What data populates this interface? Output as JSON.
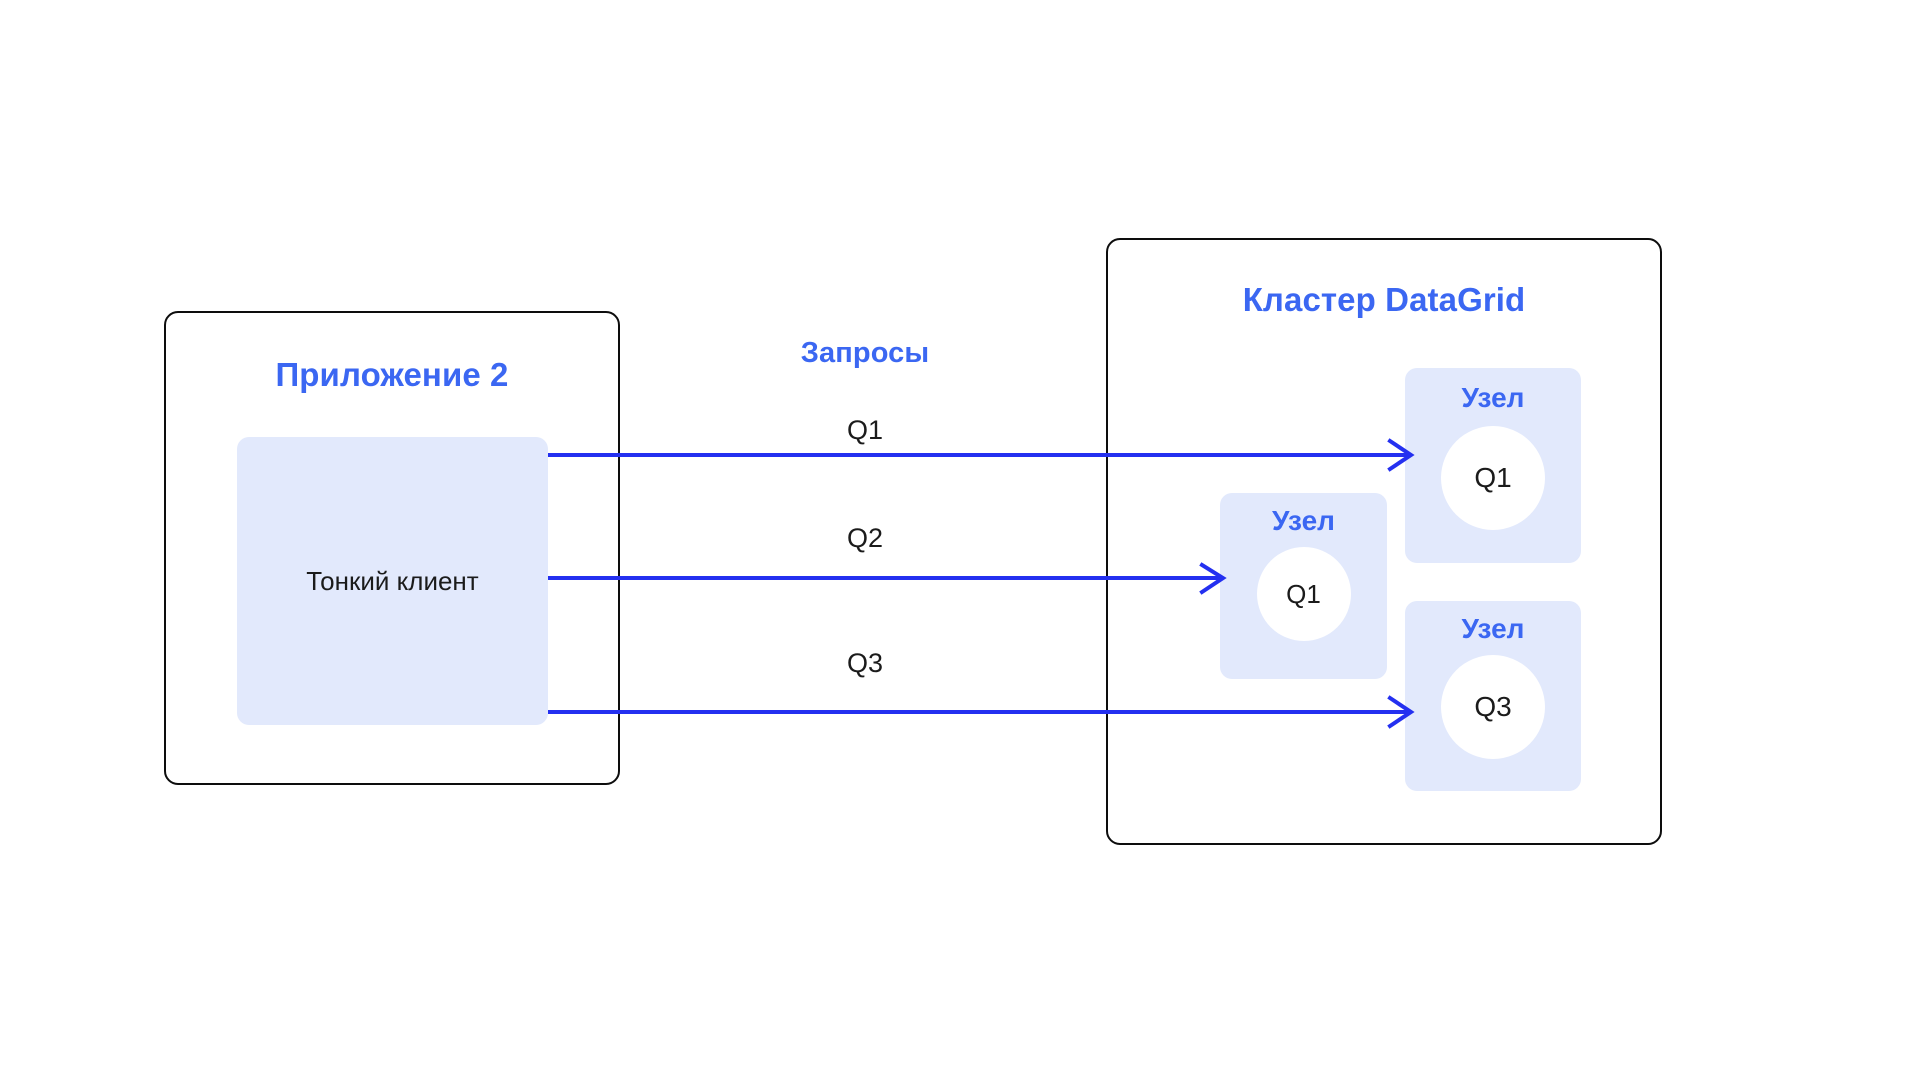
{
  "diagram": {
    "title_app": "Приложение 2",
    "title_cluster": "Кластер DataGrid",
    "title_requests": "Запросы"
  },
  "app": {
    "client_card_label": "Тонкий клиент"
  },
  "cluster": {
    "nodes": [
      {
        "title": "Узел",
        "query": "Q1"
      },
      {
        "title": "Узел",
        "query": "Q1"
      },
      {
        "title": "Узел",
        "query": "Q3"
      }
    ]
  },
  "flows": [
    {
      "label": "Q1"
    },
    {
      "label": "Q2"
    },
    {
      "label": "Q3"
    }
  ],
  "colors": {
    "accent_blue": "#3b67f2",
    "arrow_blue": "#2430f0",
    "card_fill": "#e2e9fc",
    "border_black": "#0d0d0d",
    "text_dark": "#1b1b1b",
    "background": "#ffffff"
  }
}
